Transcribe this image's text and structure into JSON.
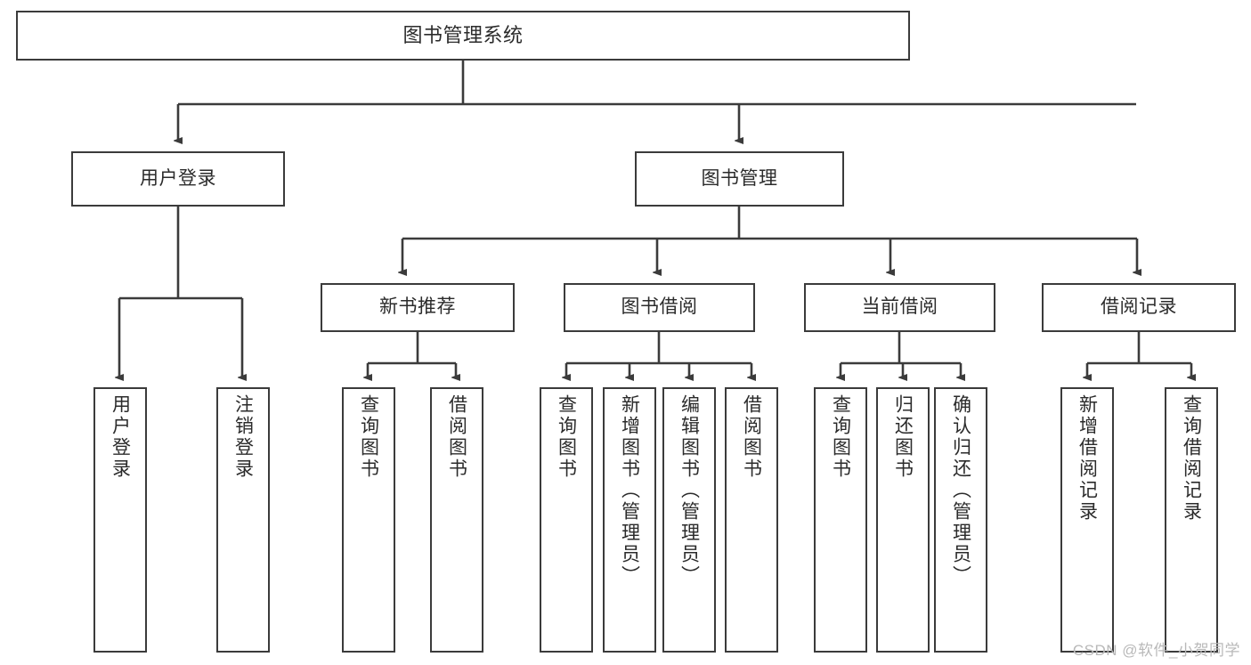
{
  "diagram": {
    "title": "图书管理系统",
    "type": "tree",
    "watermark": "CSDN @软件_小贺同学",
    "line_color": "#3b3b3b",
    "box_fill": "#ffffff",
    "text_color": "#2b2b2b"
  },
  "nodes": {
    "root": {
      "label": "图书管理系统"
    },
    "level2": [
      {
        "label": "用户登录"
      },
      {
        "label": "图书管理"
      }
    ],
    "level3": [
      {
        "label": "新书推荐"
      },
      {
        "label": "图书借阅"
      },
      {
        "label": "当前借阅"
      },
      {
        "label": "借阅记录"
      }
    ],
    "leaves": {
      "user_login": [
        {
          "label": "用户登录"
        },
        {
          "label": "注销登录"
        }
      ],
      "new_book_recommend": [
        {
          "label": "查询图书"
        },
        {
          "label": "借阅图书"
        }
      ],
      "book_borrow": [
        {
          "label": "查询图书"
        },
        {
          "label": "新增图书（管理员）"
        },
        {
          "label": "编辑图书（管理员）"
        },
        {
          "label": "借阅图书"
        }
      ],
      "current_borrow": [
        {
          "label": "查询图书"
        },
        {
          "label": "归还图书"
        },
        {
          "label": "确认归还（管理员）"
        }
      ],
      "borrow_records": [
        {
          "label": "新增借阅记录"
        },
        {
          "label": "查询借阅记录"
        }
      ]
    }
  }
}
